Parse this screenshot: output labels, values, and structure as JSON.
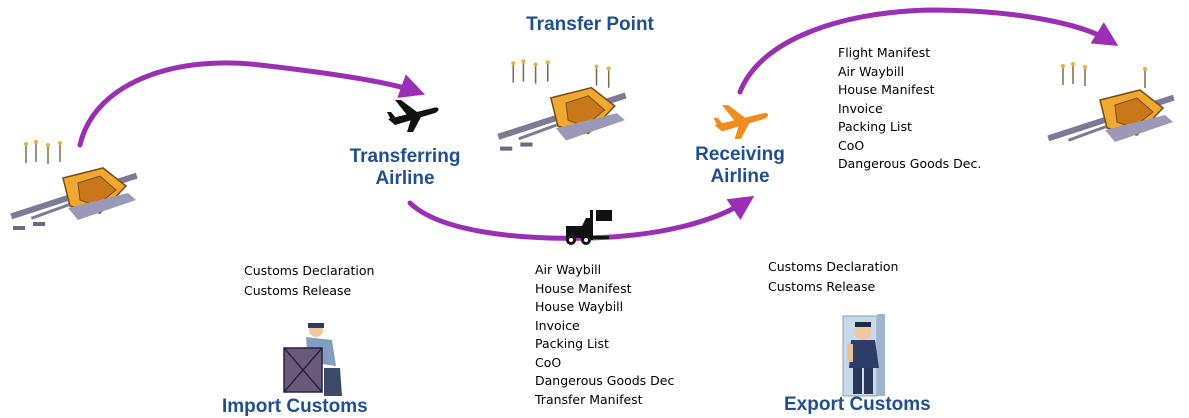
{
  "colors": {
    "arrow": "#9b2fb4",
    "heading": "#1f4f8f",
    "transferring_plane": "#111111",
    "receiving_plane": "#f28c1e"
  },
  "labels": {
    "transfer_point": "Transfer Point",
    "transferring_airline_line1": "Transferring",
    "transferring_airline_line2": "Airline",
    "receiving_airline_line1": "Receiving",
    "receiving_airline_line2": "Airline",
    "import_customs": "Import Customs",
    "export_customs": "Export Customs"
  },
  "lists": {
    "import_docs": [
      "Customs Declaration",
      "Customs Release"
    ],
    "transfer_docs": [
      "Air Waybill",
      "House Manifest",
      "House Waybill",
      "Invoice",
      "Packing List",
      "CoO",
      "Dangerous Goods Dec",
      "Transfer Manifest"
    ],
    "export_docs": [
      "Customs Declaration",
      "Customs Release"
    ],
    "flight_docs": [
      "Flight Manifest",
      "Air Waybill",
      "House Manifest",
      "Invoice",
      "Packing List",
      "CoO",
      "Dangerous Goods Dec."
    ]
  },
  "icons": {
    "origin_airport": "airport-icon",
    "transfer_airport": "airport-icon",
    "destination_airport": "airport-icon",
    "transferring_plane": "airplane-icon",
    "receiving_plane": "airplane-icon",
    "forklift": "forklift-icon",
    "import_officer": "customs-officer-crate-icon",
    "export_officer": "customs-officer-door-icon"
  }
}
